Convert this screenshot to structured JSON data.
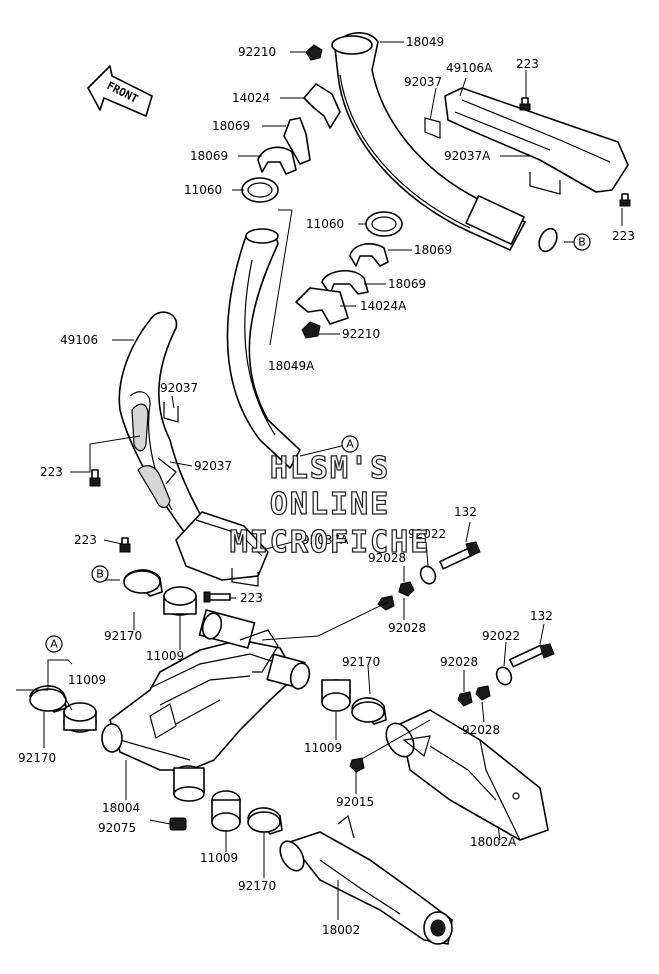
{
  "watermark": [
    "HLSM'S",
    "ONLINE",
    "MICROFICHE"
  ],
  "direction_label": "FRONT",
  "callouts": [
    "A",
    "B"
  ],
  "part_labels": [
    "92210",
    "18049",
    "49106A",
    "223",
    "14024",
    "92037",
    "18069",
    "18069",
    "92037A",
    "11060",
    "223",
    "11060",
    "18069",
    "18069",
    "14024A",
    "92210",
    "18049A",
    "49106",
    "92037",
    "92037",
    "223",
    "223",
    "92037A",
    "92022",
    "132",
    "92028",
    "92028",
    "223",
    "92170",
    "11009",
    "11009",
    "92170",
    "92028",
    "92022",
    "132",
    "92028",
    "92170",
    "11009",
    "92015",
    "18004",
    "92075",
    "11009",
    "92170",
    "18002A",
    "18002"
  ]
}
